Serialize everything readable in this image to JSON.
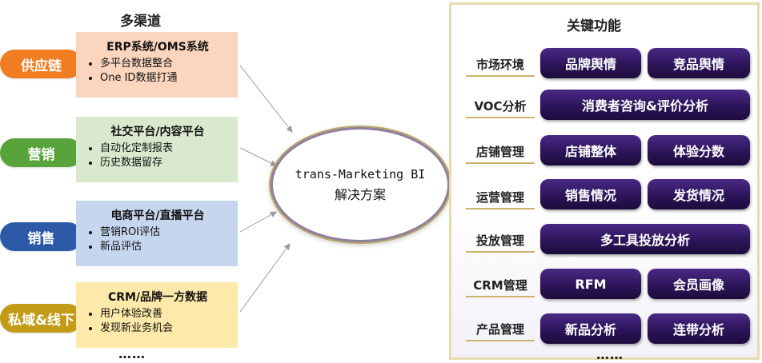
{
  "left": {
    "title": "多渠道",
    "channels": [
      {
        "tag": "供应链",
        "title": "ERP系统/OMS系统",
        "bullets": [
          "多平台数据整合",
          "One ID数据打通"
        ],
        "tag_color": "#f07d21",
        "box_color": "#fbd5bd"
      },
      {
        "tag": "营销",
        "title": "社交平台/内容平台",
        "bullets": [
          "自动化定制报表",
          "历史数据留存"
        ],
        "tag_color": "#58a33a",
        "box_color": "#d8e9cd"
      },
      {
        "tag": "销售",
        "title": "电商平台/直播平台",
        "bullets": [
          "营销ROI评估",
          "新品评估"
        ],
        "tag_color": "#2c5aa6",
        "box_color": "#c6d6ef"
      },
      {
        "tag": "私域&线下",
        "title": "CRM/品牌一方数据",
        "bullets": [
          "用户体验改善",
          "发现新业务机会"
        ],
        "tag_color": "#c39c17",
        "box_color": "#fde9a9"
      }
    ],
    "more": "……"
  },
  "core": {
    "title": "trans-Marketing BI",
    "subtitle": "解决方案"
  },
  "right": {
    "title": "关键功能",
    "rows": [
      {
        "category": "市场环境",
        "features": [
          "品牌舆情",
          "竞品舆情"
        ]
      },
      {
        "category": "VOC分析",
        "features": [
          "消费者咨询&评价分析"
        ]
      },
      {
        "category": "店铺管理",
        "features": [
          "店铺整体",
          "体验分数"
        ]
      },
      {
        "category": "运营管理",
        "features": [
          "销售情况",
          "发货情况"
        ]
      },
      {
        "category": "投放管理",
        "features": [
          "多工具投放分析"
        ]
      },
      {
        "category": "CRM管理",
        "features": [
          "RFM",
          "会员画像"
        ]
      },
      {
        "category": "产品管理",
        "features": [
          "新品分析",
          "连带分析"
        ]
      }
    ],
    "more": "……"
  }
}
